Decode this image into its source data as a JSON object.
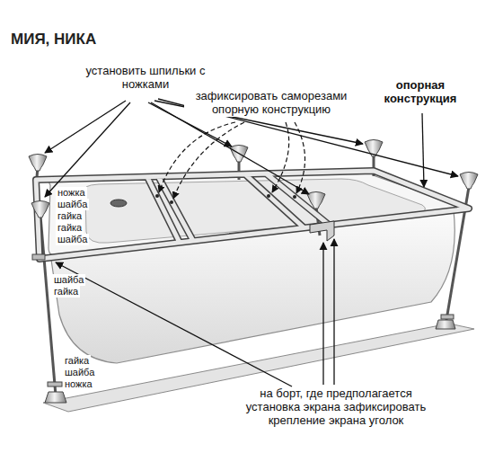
{
  "diagram": {
    "title": "МИЯ, НИКА",
    "labels": [
      "установить шпильки с ножками",
      "зафиксировать саморезами опорную конструкцию",
      "опорная конструкция",
      "ножка",
      "шайба",
      "гайка",
      "гайка",
      "шайба",
      "шайба",
      "гайка",
      "гайка",
      "шайба",
      "ножка",
      "на борт, где предполагается установка экрана зафиксировать крепление экрана уголок"
    ]
  }
}
